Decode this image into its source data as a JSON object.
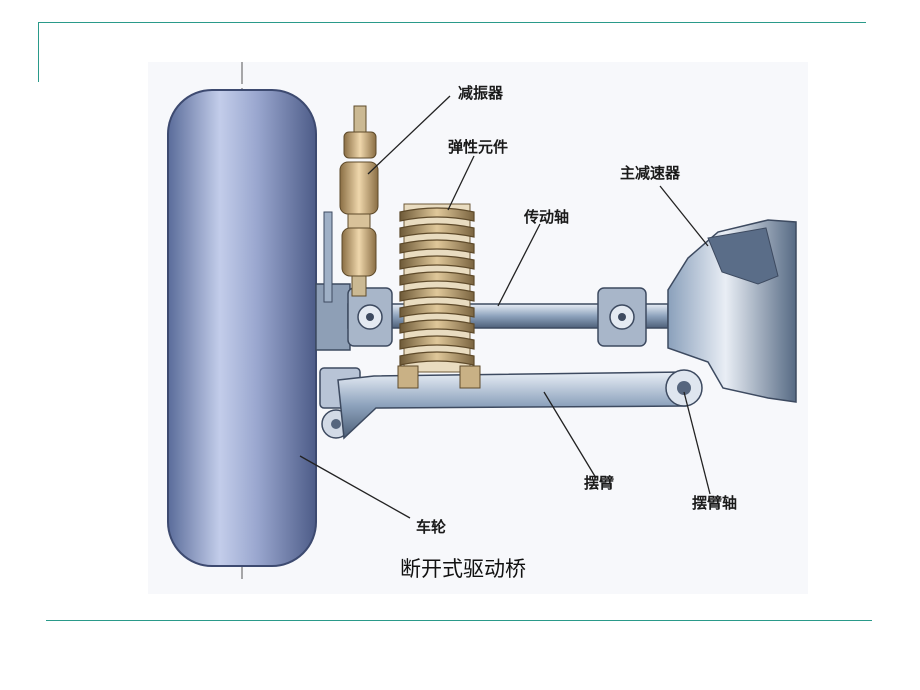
{
  "diagram": {
    "title": "断开式驱动桥",
    "labels": {
      "shock_absorber": "减振器",
      "elastic_element": "弹性元件",
      "main_reducer": "主减速器",
      "drive_shaft": "传动轴",
      "swing_arm": "摆臂",
      "swing_arm_shaft": "摆臂轴",
      "wheel": "车轮"
    }
  }
}
